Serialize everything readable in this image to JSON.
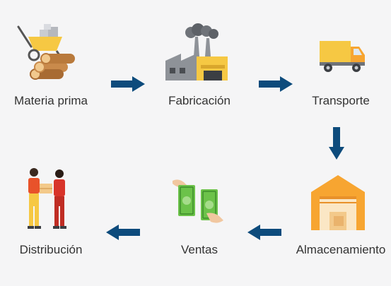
{
  "steps": [
    {
      "label": "Materia prima",
      "icon": "wheelbarrow-logs-icon"
    },
    {
      "label": "Fabricación",
      "icon": "factory-icon"
    },
    {
      "label": "Transporte",
      "icon": "truck-icon"
    },
    {
      "label": "Almacenamiento",
      "icon": "warehouse-icon"
    },
    {
      "label": "Ventas",
      "icon": "money-hands-icon"
    },
    {
      "label": "Distribución",
      "icon": "handover-people-icon"
    }
  ],
  "colors": {
    "arrow": "#0d4b7c",
    "text": "#333333",
    "background": "#f5f5f6",
    "accent_orange": "#f7a531",
    "accent_yellow": "#f6c843",
    "money_green": "#6cc24a"
  }
}
